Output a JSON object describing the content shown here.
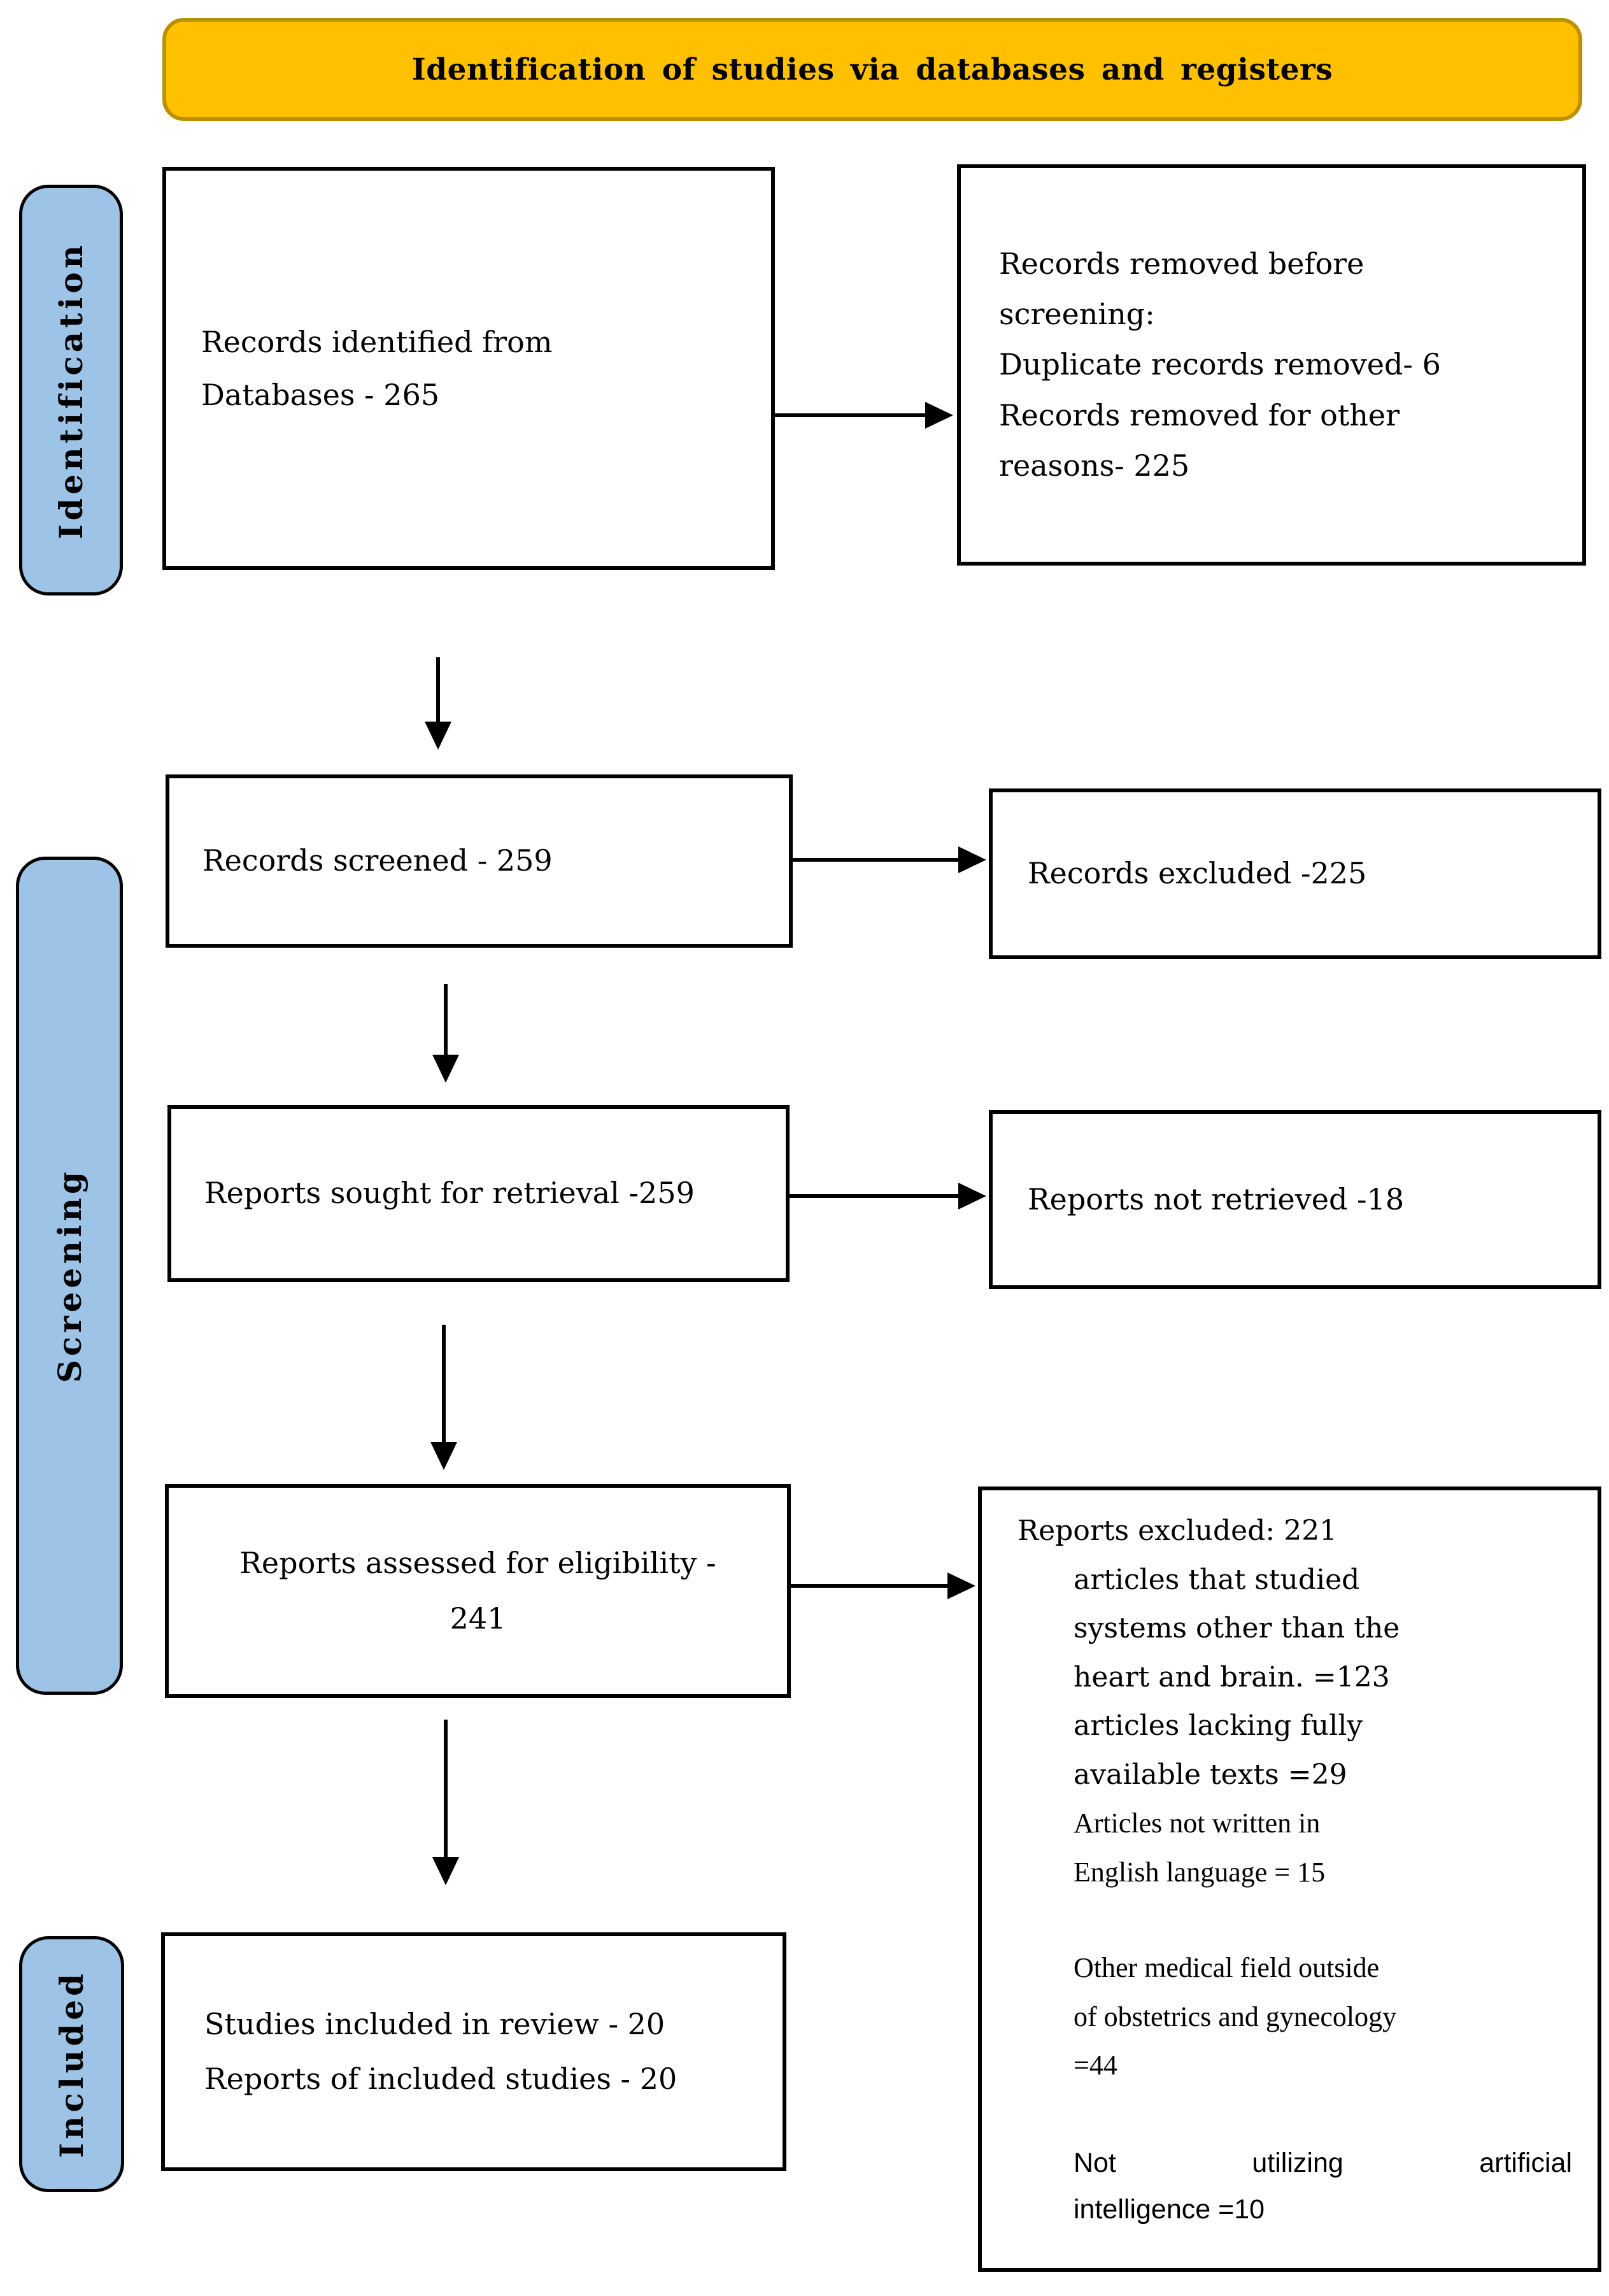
{
  "banner": {
    "title": "Identification of studies via databases and registers"
  },
  "side_labels": {
    "identification": "Identification",
    "screening": "Screening",
    "included": "Included"
  },
  "boxes": {
    "records_identified": "Records identified from\nDatabases - 265",
    "records_removed": "Records removed before\nscreening:\nDuplicate records removed- 6\nRecords removed for other\nreasons- 225",
    "records_screened": "Records screened - 259",
    "records_excluded": "Records excluded -225",
    "reports_sought": "Reports sought for retrieval -259",
    "reports_not_retrieved": "Reports not retrieved -18",
    "reports_assessed": "Reports assessed for eligibility -\n241",
    "reports_excluded": {
      "main": "Reports excluded: 221\narticles that studied\nsystems other than the\nheart and brain. =123\narticles lacking fully\navailable texts =29",
      "not_english": "Articles not written in\nEnglish language = 15",
      "other_field": "Other medical field outside\nof obstetrics and gynecology\n=44",
      "no_ai_line1": "Not utilizing artificial",
      "no_ai_line2": "intelligence =10"
    },
    "included_studies": "Studies included in review - 20\nReports of included studies - 20"
  },
  "colors": {
    "banner_fill": "#FFC000",
    "banner_border": "#BD9000",
    "label_fill": "#9DC3E6",
    "label_border": "#000000",
    "box_border": "#000000",
    "arrow": "#000000"
  }
}
